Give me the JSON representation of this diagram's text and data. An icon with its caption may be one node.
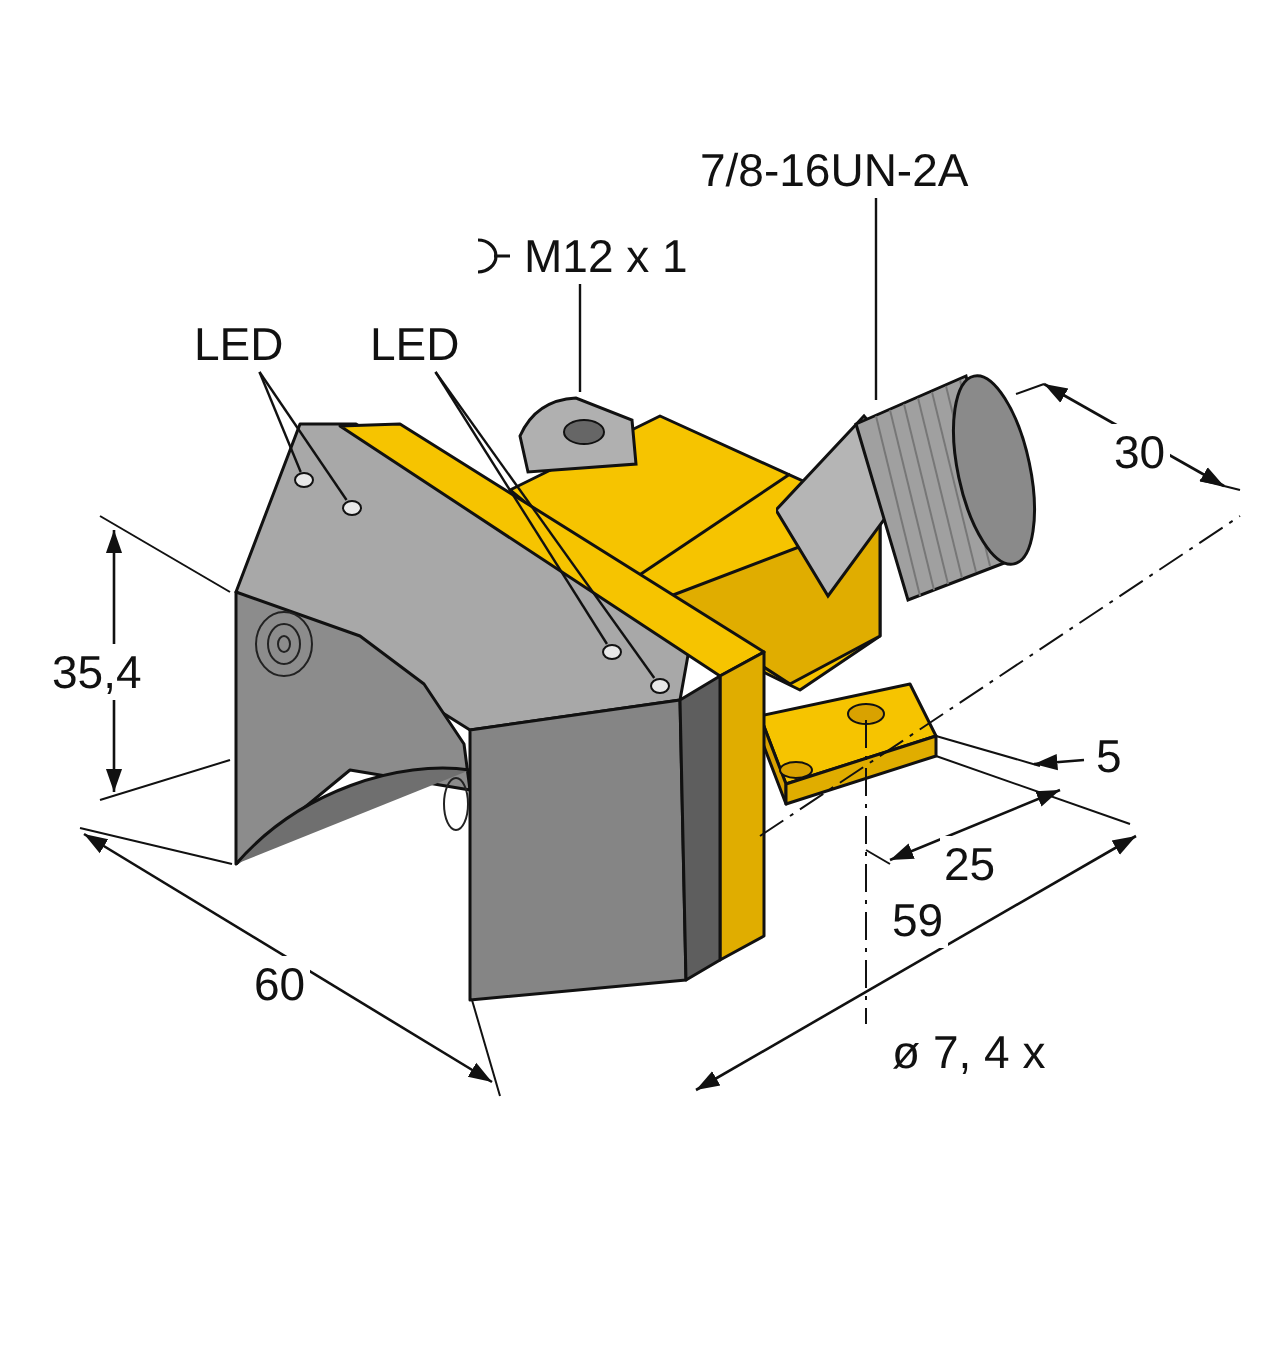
{
  "diagram": {
    "nodes": [
      {
        "text": [
          "7/8-16UN-2A"
        ]
      },
      {
        "text": [
          "M12 x 1"
        ]
      },
      {
        "text": [
          "LED"
        ]
      },
      {
        "text": [
          "LED"
        ]
      },
      {
        "text": [],
        "shape": "picture"
      },
      {
        "text": [],
        "shape": "picture"
      },
      {
        "text": [],
        "shape": "circle"
      },
      {
        "text": [],
        "shape": "circle"
      },
      {
        "text": [],
        "shape": "circle"
      },
      {
        "text": [],
        "shape": "circle"
      }
    ],
    "edges": [
      {
        "from": 0,
        "to": 4,
        "arrow": "none"
      },
      {
        "from": 1,
        "to": 5,
        "arrow": "none"
      },
      {
        "from": 2,
        "to": 6,
        "arrow": "none"
      },
      {
        "from": 2,
        "to": 7,
        "arrow": "none"
      },
      {
        "from": 3,
        "to": 8,
        "arrow": "none"
      },
      {
        "from": 3,
        "to": 9,
        "arrow": "none"
      }
    ],
    "labels": [
      "35,4",
      "60",
      "30",
      "5",
      "25",
      "59",
      "ø 7,  4 x"
    ]
  }
}
